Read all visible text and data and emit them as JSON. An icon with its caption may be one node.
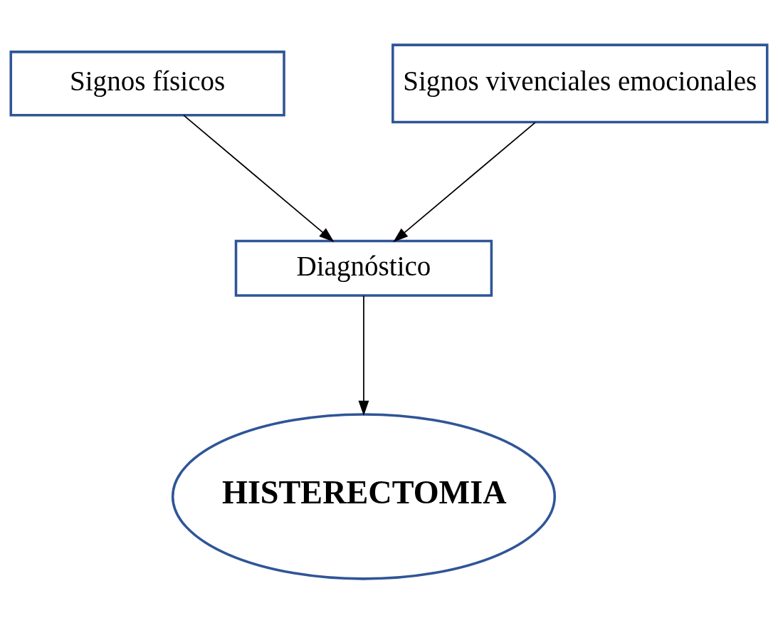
{
  "diagram": {
    "nodes": [
      {
        "text": [
          "Signos físicos"
        ]
      },
      {
        "text": [
          "Signos vivenciales emocionales"
        ]
      },
      {
        "text": [
          "Diagnóstico"
        ]
      },
      {
        "text": [
          "HISTERECTOMIA"
        ]
      }
    ],
    "edges": [
      {
        "from": 0,
        "to": 2,
        "arrow": "to"
      },
      {
        "from": 1,
        "to": 2,
        "arrow": "to"
      },
      {
        "from": 2,
        "to": 3,
        "arrow": "to"
      }
    ]
  }
}
